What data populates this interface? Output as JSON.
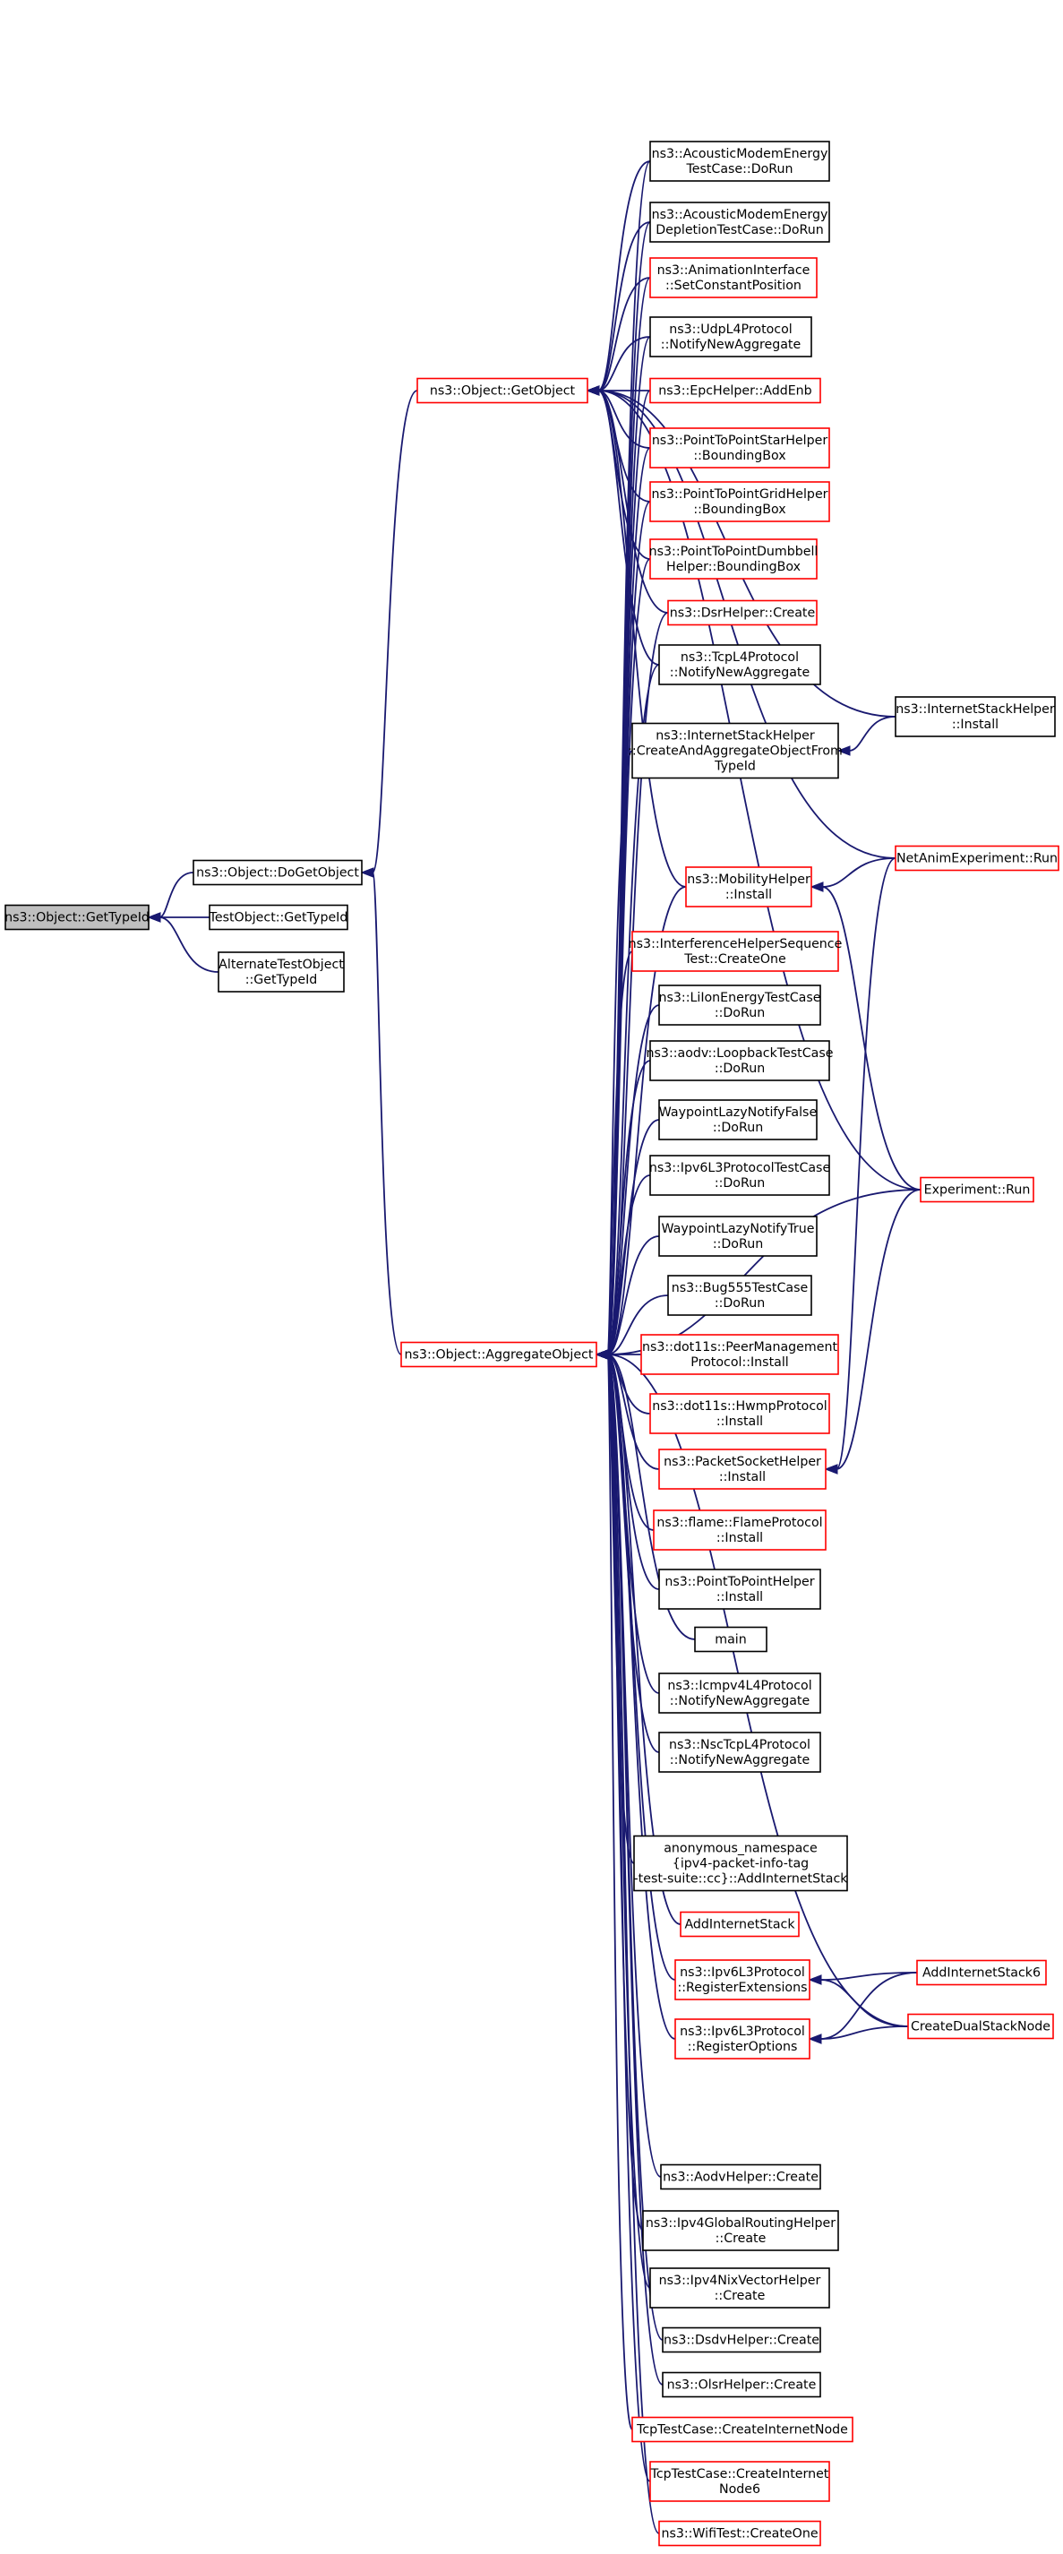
{
  "colors": {
    "edge": "#191970",
    "root_fill": "#bfbfbf",
    "black_border": "#000000",
    "red_border": "#ff0000",
    "text": "#000000"
  },
  "nodes": [
    {
      "id": "root",
      "lines": [
        "ns3::Object::GetTypeId"
      ],
      "border": "root"
    },
    {
      "id": "dogetobject",
      "lines": [
        "ns3::Object::DoGetObject"
      ],
      "border": "black"
    },
    {
      "id": "testobject",
      "lines": [
        "TestObject::GetTypeId"
      ],
      "border": "black"
    },
    {
      "id": "alternatetestobject",
      "lines": [
        "AlternateTestObject",
        "::GetTypeId"
      ],
      "border": "black"
    },
    {
      "id": "getobject",
      "lines": [
        "ns3::Object::GetObject"
      ],
      "border": "red"
    },
    {
      "id": "aggregateobject",
      "lines": [
        "ns3::Object::AggregateObject"
      ],
      "border": "red"
    },
    {
      "id": "acousticenergytest",
      "lines": [
        "ns3::AcousticModemEnergy",
        "TestCase::DoRun"
      ],
      "border": "black"
    },
    {
      "id": "acousticdepletion",
      "lines": [
        "ns3::AcousticModemEnergy",
        "DepletionTestCase::DoRun"
      ],
      "border": "black"
    },
    {
      "id": "animsetconst",
      "lines": [
        "ns3::AnimationInterface",
        "::SetConstantPosition"
      ],
      "border": "red"
    },
    {
      "id": "udpl4notify",
      "lines": [
        "ns3::UdpL4Protocol",
        "::NotifyNewAggregate"
      ],
      "border": "black"
    },
    {
      "id": "epcaddenb",
      "lines": [
        "ns3::EpcHelper::AddEnb"
      ],
      "border": "red"
    },
    {
      "id": "p2pstar",
      "lines": [
        "ns3::PointToPointStarHelper",
        "::BoundingBox"
      ],
      "border": "red"
    },
    {
      "id": "p2pgrid",
      "lines": [
        "ns3::PointToPointGridHelper",
        "::BoundingBox"
      ],
      "border": "red"
    },
    {
      "id": "p2pdumbbell",
      "lines": [
        "ns3::PointToPointDumbbell",
        "Helper::BoundingBox"
      ],
      "border": "red"
    },
    {
      "id": "dsrcreate",
      "lines": [
        "ns3::DsrHelper::Create"
      ],
      "border": "red"
    },
    {
      "id": "tcpl4notify",
      "lines": [
        "ns3::TcpL4Protocol",
        "::NotifyNewAggregate"
      ],
      "border": "black"
    },
    {
      "id": "createaggfromtypeid",
      "lines": [
        "ns3::InternetStackHelper",
        "::CreateAndAggregateObjectFrom",
        "TypeId"
      ],
      "border": "black"
    },
    {
      "id": "mobilityinstall",
      "lines": [
        "ns3::MobilityHelper",
        "::Install"
      ],
      "border": "red"
    },
    {
      "id": "interfhelperseq",
      "lines": [
        "ns3::InterferenceHelperSequence",
        "Test::CreateOne"
      ],
      "border": "red"
    },
    {
      "id": "lilonenergy",
      "lines": [
        "ns3::LiIonEnergyTestCase",
        "::DoRun"
      ],
      "border": "black"
    },
    {
      "id": "aodvloopback",
      "lines": [
        "ns3::aodv::LoopbackTestCase",
        "::DoRun"
      ],
      "border": "black"
    },
    {
      "id": "waypointfalse",
      "lines": [
        "WaypointLazyNotifyFalse",
        "::DoRun"
      ],
      "border": "black"
    },
    {
      "id": "ipv6l3test",
      "lines": [
        "ns3::Ipv6L3ProtocolTestCase",
        "::DoRun"
      ],
      "border": "black"
    },
    {
      "id": "waypointtrue",
      "lines": [
        "WaypointLazyNotifyTrue",
        "::DoRun"
      ],
      "border": "black"
    },
    {
      "id": "bug555",
      "lines": [
        "ns3::Bug555TestCase",
        "::DoRun"
      ],
      "border": "black"
    },
    {
      "id": "peermgmt",
      "lines": [
        "ns3::dot11s::PeerManagement",
        "Protocol::Install"
      ],
      "border": "red"
    },
    {
      "id": "hwmp",
      "lines": [
        "ns3::dot11s::HwmpProtocol",
        "::Install"
      ],
      "border": "red"
    },
    {
      "id": "packetsocket",
      "lines": [
        "ns3::PacketSocketHelper",
        "::Install"
      ],
      "border": "red"
    },
    {
      "id": "flame",
      "lines": [
        "ns3::flame::FlameProtocol",
        "::Install"
      ],
      "border": "red"
    },
    {
      "id": "p2phelperinstall",
      "lines": [
        "ns3::PointToPointHelper",
        "::Install"
      ],
      "border": "black"
    },
    {
      "id": "main",
      "lines": [
        "main"
      ],
      "border": "black"
    },
    {
      "id": "icmpv4notify",
      "lines": [
        "ns3::Icmpv4L4Protocol",
        "::NotifyNewAggregate"
      ],
      "border": "black"
    },
    {
      "id": "nsctcpnotify",
      "lines": [
        "ns3::NscTcpL4Protocol",
        "::NotifyNewAggregate"
      ],
      "border": "black"
    },
    {
      "id": "anonaddinternet",
      "lines": [
        "anonymous_namespace",
        "{ipv4-packet-info-tag",
        "-test-suite::cc}::AddInternetStack"
      ],
      "border": "black"
    },
    {
      "id": "addinternetstack",
      "lines": [
        "AddInternetStack"
      ],
      "border": "red"
    },
    {
      "id": "ipv6regext",
      "lines": [
        "ns3::Ipv6L3Protocol",
        "::RegisterExtensions"
      ],
      "border": "red"
    },
    {
      "id": "ipv6regopt",
      "lines": [
        "ns3::Ipv6L3Protocol",
        "::RegisterOptions"
      ],
      "border": "red"
    },
    {
      "id": "aodvcreate",
      "lines": [
        "ns3::AodvHelper::Create"
      ],
      "border": "black"
    },
    {
      "id": "ipv4globalrouting",
      "lines": [
        "ns3::Ipv4GlobalRoutingHelper",
        "::Create"
      ],
      "border": "black"
    },
    {
      "id": "ipv4nixvector",
      "lines": [
        "ns3::Ipv4NixVectorHelper",
        "::Create"
      ],
      "border": "black"
    },
    {
      "id": "dsdvcreate",
      "lines": [
        "ns3::DsdvHelper::Create"
      ],
      "border": "black"
    },
    {
      "id": "olsrcreate",
      "lines": [
        "ns3::OlsrHelper::Create"
      ],
      "border": "black"
    },
    {
      "id": "tcpcreatenode",
      "lines": [
        "TcpTestCase::CreateInternetNode"
      ],
      "border": "red"
    },
    {
      "id": "tcpcreatenode6",
      "lines": [
        "TcpTestCase::CreateInternet",
        "Node6"
      ],
      "border": "red"
    },
    {
      "id": "wifitest",
      "lines": [
        "ns3::WifiTest::CreateOne"
      ],
      "border": "red"
    },
    {
      "id": "internetstackinstall",
      "lines": [
        "ns3::InternetStackHelper",
        "::Install"
      ],
      "border": "black"
    },
    {
      "id": "netanimrun",
      "lines": [
        "NetAnimExperiment::Run"
      ],
      "border": "red"
    },
    {
      "id": "experimentrun",
      "lines": [
        "Experiment::Run"
      ],
      "border": "red"
    },
    {
      "id": "addinternetstack6",
      "lines": [
        "AddInternetStack6"
      ],
      "border": "red"
    },
    {
      "id": "createdualstack",
      "lines": [
        "CreateDualStackNode"
      ],
      "border": "red"
    }
  ],
  "edges": [
    {
      "from": "dogetobject",
      "to": "root"
    },
    {
      "from": "testobject",
      "to": "root"
    },
    {
      "from": "alternatetestobject",
      "to": "root"
    },
    {
      "from": "getobject",
      "to": "dogetobject"
    },
    {
      "from": "aggregateobject",
      "to": "dogetobject"
    },
    {
      "from": "acousticenergytest",
      "to": "getobject"
    },
    {
      "from": "acousticdepletion",
      "to": "getobject"
    },
    {
      "from": "animsetconst",
      "to": "getobject"
    },
    {
      "from": "udpl4notify",
      "to": "getobject"
    },
    {
      "from": "epcaddenb",
      "to": "getobject"
    },
    {
      "from": "p2pstar",
      "to": "getobject"
    },
    {
      "from": "p2pgrid",
      "to": "getobject"
    },
    {
      "from": "p2pdumbbell",
      "to": "getobject"
    },
    {
      "from": "dsrcreate",
      "to": "getobject"
    },
    {
      "from": "tcpl4notify",
      "to": "getobject"
    },
    {
      "from": "mobilityinstall",
      "to": "getobject"
    },
    {
      "from": "internetstackinstall",
      "to": "getobject"
    },
    {
      "from": "netanimrun",
      "to": "getobject"
    },
    {
      "from": "experimentrun",
      "to": "getobject"
    },
    {
      "from": "acousticenergytest",
      "to": "aggregateobject"
    },
    {
      "from": "acousticdepletion",
      "to": "aggregateobject"
    },
    {
      "from": "animsetconst",
      "to": "aggregateobject"
    },
    {
      "from": "udpl4notify",
      "to": "aggregateobject"
    },
    {
      "from": "epcaddenb",
      "to": "aggregateobject"
    },
    {
      "from": "p2pstar",
      "to": "aggregateobject"
    },
    {
      "from": "p2pgrid",
      "to": "aggregateobject"
    },
    {
      "from": "p2pdumbbell",
      "to": "aggregateobject"
    },
    {
      "from": "dsrcreate",
      "to": "aggregateobject"
    },
    {
      "from": "tcpl4notify",
      "to": "aggregateobject"
    },
    {
      "from": "createaggfromtypeid",
      "to": "aggregateobject"
    },
    {
      "from": "mobilityinstall",
      "to": "aggregateobject"
    },
    {
      "from": "interfhelperseq",
      "to": "aggregateobject"
    },
    {
      "from": "lilonenergy",
      "to": "aggregateobject"
    },
    {
      "from": "aodvloopback",
      "to": "aggregateobject"
    },
    {
      "from": "waypointfalse",
      "to": "aggregateobject"
    },
    {
      "from": "ipv6l3test",
      "to": "aggregateobject"
    },
    {
      "from": "waypointtrue",
      "to": "aggregateobject"
    },
    {
      "from": "bug555",
      "to": "aggregateobject"
    },
    {
      "from": "peermgmt",
      "to": "aggregateobject"
    },
    {
      "from": "hwmp",
      "to": "aggregateobject"
    },
    {
      "from": "packetsocket",
      "to": "aggregateobject"
    },
    {
      "from": "flame",
      "to": "aggregateobject"
    },
    {
      "from": "p2phelperinstall",
      "to": "aggregateobject"
    },
    {
      "from": "main",
      "to": "aggregateobject"
    },
    {
      "from": "icmpv4notify",
      "to": "aggregateobject"
    },
    {
      "from": "nsctcpnotify",
      "to": "aggregateobject"
    },
    {
      "from": "anonaddinternet",
      "to": "aggregateobject"
    },
    {
      "from": "addinternetstack",
      "to": "aggregateobject"
    },
    {
      "from": "ipv6regext",
      "to": "aggregateobject"
    },
    {
      "from": "ipv6regopt",
      "to": "aggregateobject"
    },
    {
      "from": "aodvcreate",
      "to": "aggregateobject"
    },
    {
      "from": "ipv4globalrouting",
      "to": "aggregateobject"
    },
    {
      "from": "ipv4nixvector",
      "to": "aggregateobject"
    },
    {
      "from": "dsdvcreate",
      "to": "aggregateobject"
    },
    {
      "from": "olsrcreate",
      "to": "aggregateobject"
    },
    {
      "from": "tcpcreatenode",
      "to": "aggregateobject"
    },
    {
      "from": "tcpcreatenode6",
      "to": "aggregateobject"
    },
    {
      "from": "wifitest",
      "to": "aggregateobject"
    },
    {
      "from": "experimentrun",
      "to": "aggregateobject"
    },
    {
      "from": "createdualstack",
      "to": "aggregateobject"
    },
    {
      "from": "internetstackinstall",
      "to": "createaggfromtypeid"
    },
    {
      "from": "netanimrun",
      "to": "mobilityinstall"
    },
    {
      "from": "experimentrun",
      "to": "mobilityinstall"
    },
    {
      "from": "netanimrun",
      "to": "packetsocket"
    },
    {
      "from": "experimentrun",
      "to": "packetsocket"
    },
    {
      "from": "addinternetstack6",
      "to": "ipv6regext"
    },
    {
      "from": "createdualstack",
      "to": "ipv6regext"
    },
    {
      "from": "addinternetstack6",
      "to": "ipv6regopt"
    },
    {
      "from": "createdualstack",
      "to": "ipv6regopt"
    }
  ]
}
